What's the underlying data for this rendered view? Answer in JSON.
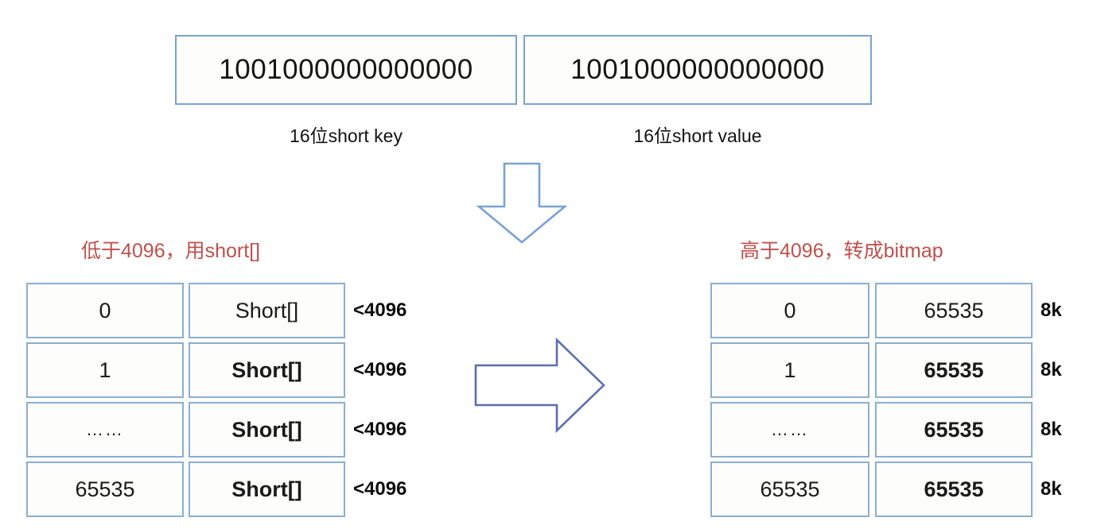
{
  "diagram": {
    "title": "RoaringBitmap short key/value container layout",
    "colors": {
      "box_border": "#7ba3cf",
      "cell_border": "#8aaed2",
      "arrow_stroke_down": "#7ba3cf",
      "arrow_stroke_right": "#5b6eae",
      "heading_red": "#c0504d",
      "text": "#141414",
      "background": "#ffffff"
    }
  },
  "top": {
    "key_box": {
      "bits": "1001000000000000",
      "caption": "16位short key"
    },
    "value_box": {
      "bits": "1001000000000000",
      "caption": "16位short value"
    }
  },
  "arrows": {
    "down": "down-block-arrow",
    "right": "right-block-arrow"
  },
  "left_section": {
    "heading": "低于4096，用short[]",
    "rows": [
      {
        "key": "0",
        "value": "Short[]",
        "note": "<4096"
      },
      {
        "key": "1",
        "value": "Short[]",
        "note": "<4096"
      },
      {
        "key": "……",
        "value": "Short[]",
        "note": "<4096"
      },
      {
        "key": "65535",
        "value": "Short[]",
        "note": "<4096"
      }
    ]
  },
  "right_section": {
    "heading": "高于4096，转成bitmap",
    "rows": [
      {
        "key": "0",
        "value": "65535",
        "note": "8k"
      },
      {
        "key": "1",
        "value": "65535",
        "note": "8k"
      },
      {
        "key": "……",
        "value": "65535",
        "note": "8k"
      },
      {
        "key": "65535",
        "value": "65535",
        "note": "8k"
      }
    ]
  }
}
